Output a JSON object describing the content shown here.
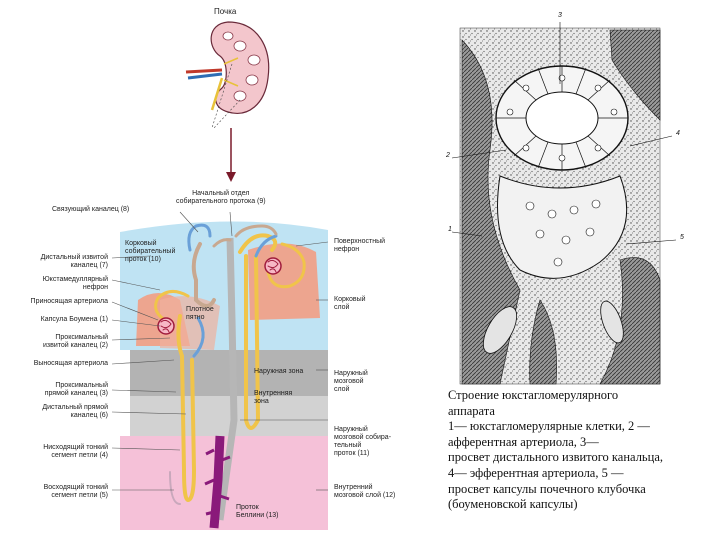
{
  "kidney_title": "Почка",
  "labels": {
    "initial_collecting": "Начальный отдел\nсобирательного протока (9)",
    "connecting_tubule": "Связующий каналец (8)",
    "cortical_collecting": "Корковый\nсобирательный\nпроток (10)",
    "superficial_nephron": "Поверхностный\nнефрон",
    "distal_convoluted": "Дистальный извитой\nканалец (7)",
    "juxtamedullary_nephron": "Юкстамедуллярный\nнефрон",
    "afferent_arteriole": "Приносящая артериола",
    "macula_densa": "Плотное\nпятно",
    "cortex": "Корковый\nслой",
    "bowman_capsule": "Капсула Боумена (1)",
    "proximal_convoluted": "Проксимальный\nизвитой каналец (2)",
    "efferent_arteriole": "Выносящая артериола",
    "outer_zone": "Наружная зона",
    "proximal_straight": "Проксимальный\nпрямой каналец (3)",
    "distal_straight": "Дистальный прямой\nканалец (6)",
    "inner_zone": "Внутренняя\nзона",
    "outer_medulla": "Наружный\nмозговой\nслой",
    "outer_medullary_collecting": "Наружный\nмозговой собира-\nтельный\nпроток (11)",
    "thin_descending": "Нисходящий тонкий\nсегмент петли (4)",
    "thin_ascending": "Восходящий тонкий\nсегмент петли (5)",
    "inner_medulla": "Внутренний\nмозговой слой (12)",
    "bellini_duct": "Проток\nБеллини (13)"
  },
  "micrograph_numbers": [
    "1",
    "2",
    "3",
    "4",
    "5"
  ],
  "caption_lines": [
    "Строение юкстагломерулярного",
    "аппарата",
    "1— юкстагломерулярные клетки, 2 —",
    "афферентная артериола, 3—",
    "просвет дистального извитого канальца,",
    "4— эфферентная артериола, 5 —",
    "просвет капсулы почечного клубочка",
    "(боуменовской капсулы)"
  ]
}
